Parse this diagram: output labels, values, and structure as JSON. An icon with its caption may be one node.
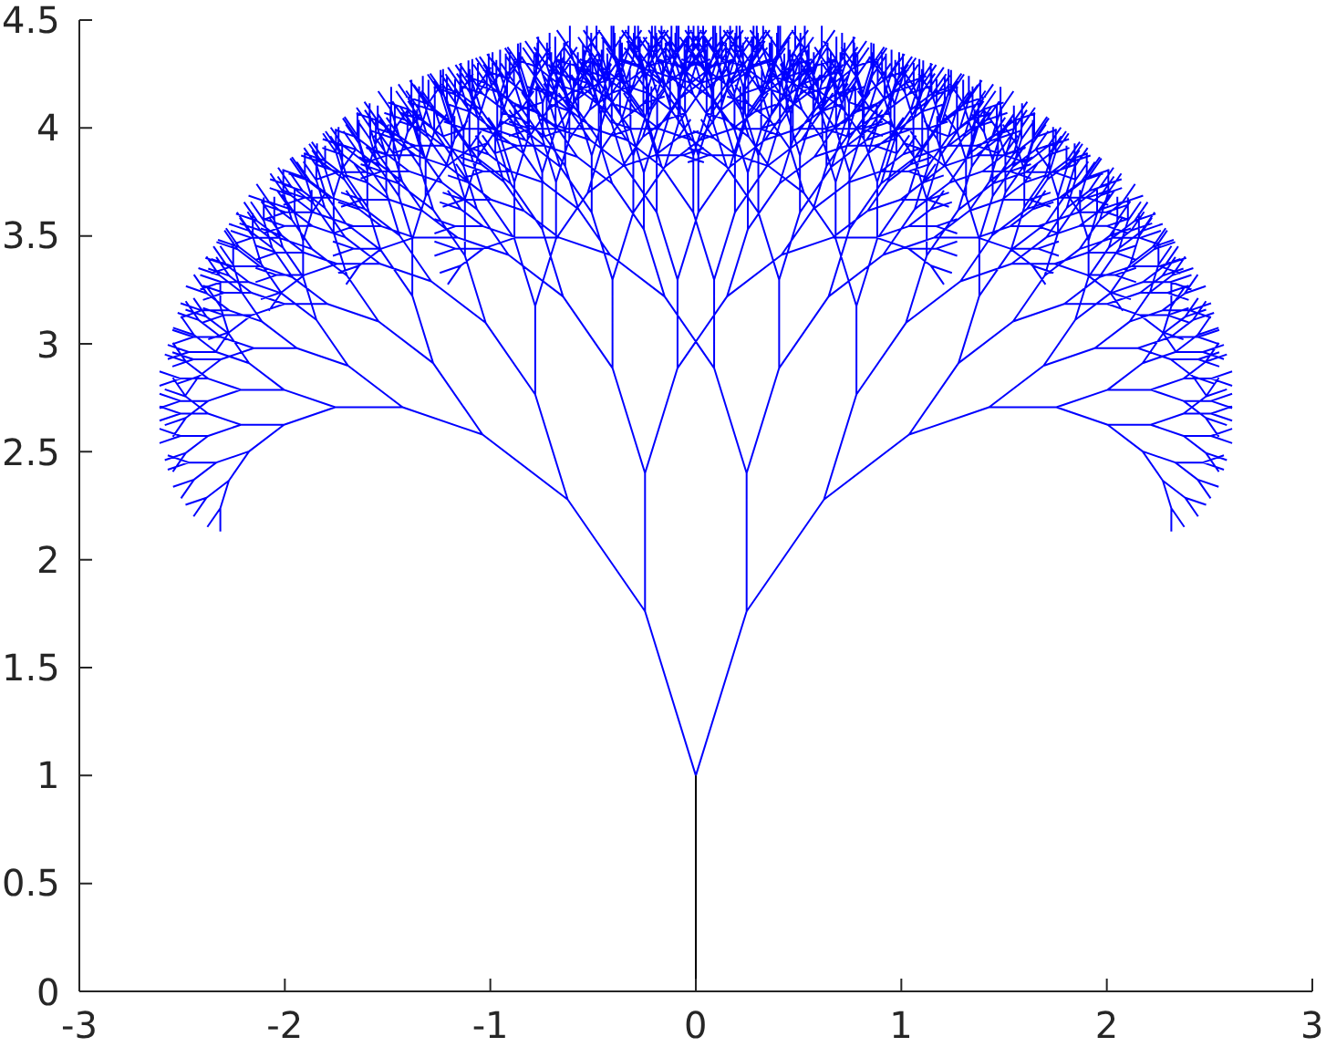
{
  "diagram": {
    "chart_data": {
      "type": "line",
      "xlim": [
        -3,
        3
      ],
      "ylim": [
        0,
        4.5
      ],
      "xticks": [
        -3,
        -2,
        -1,
        0,
        1,
        2,
        3
      ],
      "yticks": [
        0,
        0.5,
        1,
        1.5,
        2,
        2.5,
        3,
        3.5,
        4,
        4.5
      ]
    }
  }
}
